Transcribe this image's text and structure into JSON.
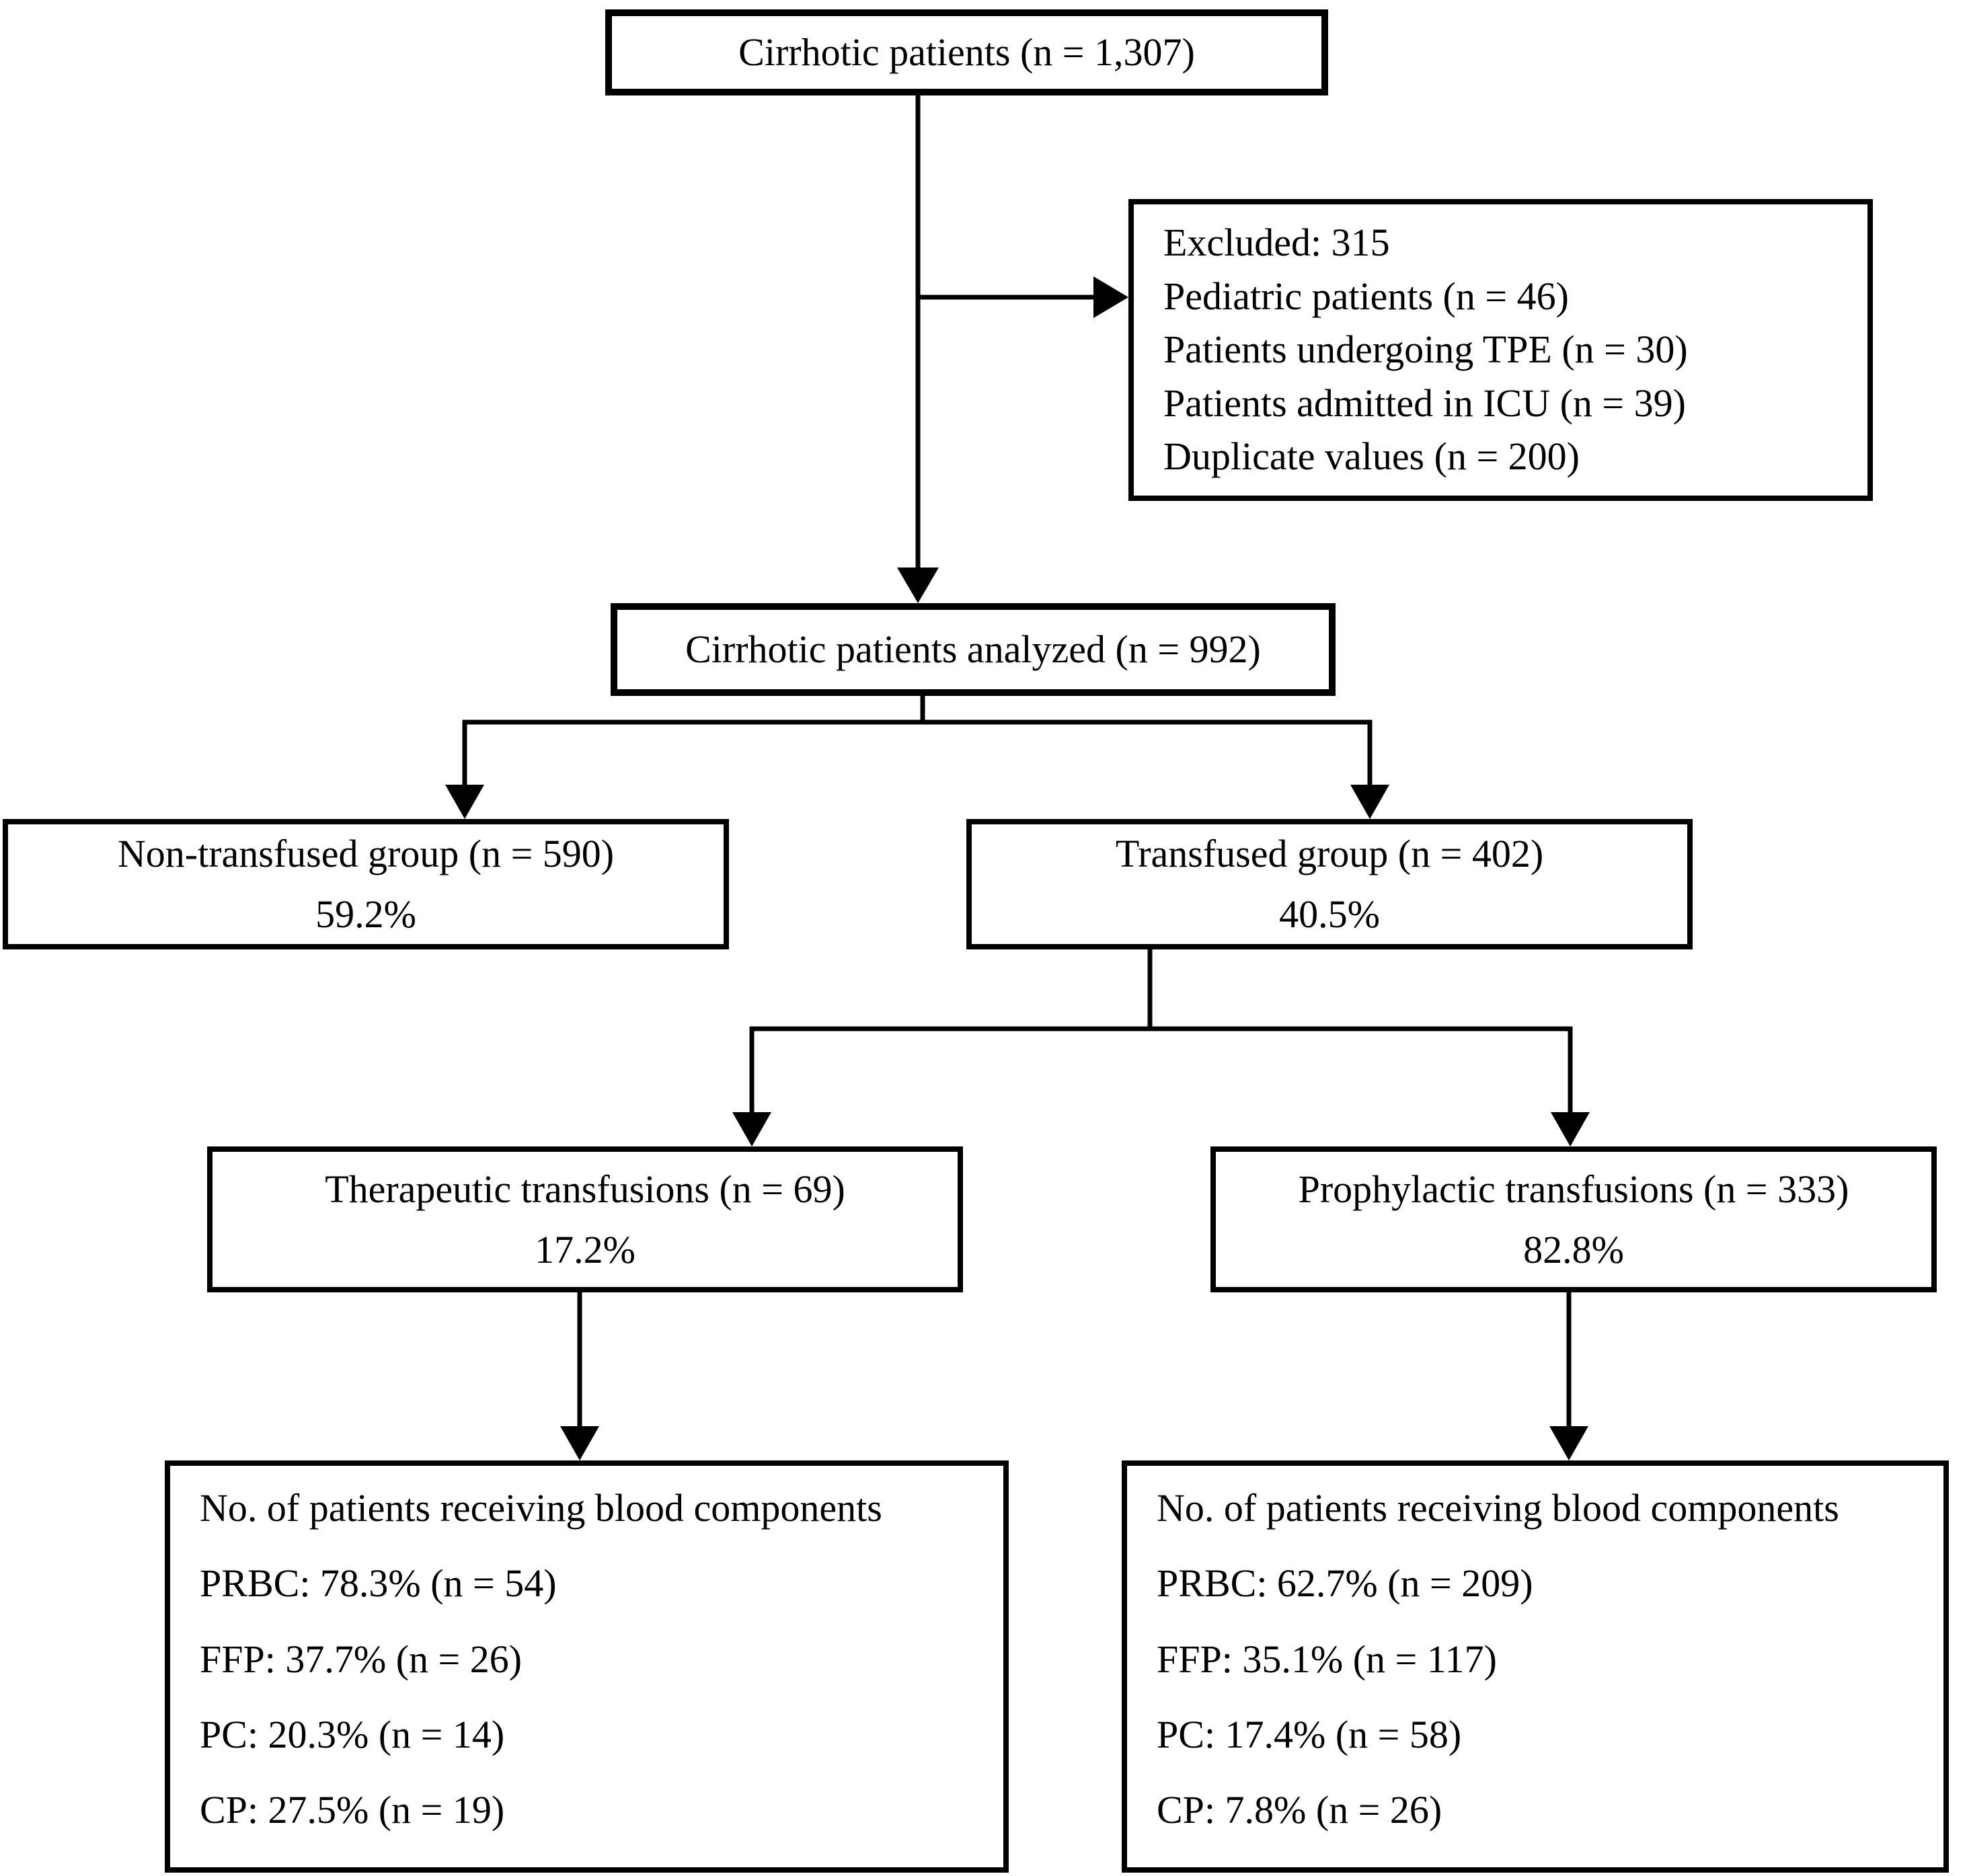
{
  "diagram": {
    "top_box": {
      "title": "Cirrhotic patients (n = 1,307)"
    },
    "excluded_box": {
      "lines": [
        "Excluded: 315",
        "Pediatric patients (n = 46)",
        "Patients undergoing TPE (n = 30)",
        "Patients admitted in ICU (n = 39)",
        "Duplicate values (n = 200)"
      ]
    },
    "analyzed_box": {
      "title": "Cirrhotic patients analyzed (n = 992)"
    },
    "non_transfused_box": {
      "title": "Non-transfused group (n = 590)",
      "percent": "59.2%"
    },
    "transfused_box": {
      "title": "Transfused group (n = 402)",
      "percent": "40.5%"
    },
    "therapeutic_box": {
      "title": "Therapeutic transfusions (n = 69)",
      "percent": "17.2%"
    },
    "prophylactic_box": {
      "title": "Prophylactic transfusions (n = 333)",
      "percent": "82.8%"
    },
    "therapeutic_components_box": {
      "title": "No. of patients receiving blood components",
      "lines": [
        "PRBC: 78.3% (n = 54)",
        "FFP: 37.7% (n = 26)",
        "PC: 20.3% (n = 14)",
        "CP: 27.5% (n = 19)"
      ]
    },
    "prophylactic_components_box": {
      "title": "No. of patients receiving blood components",
      "lines": [
        "PRBC: 62.7% (n = 209)",
        "FFP: 35.1% (n = 117)",
        "PC: 17.4% (n = 58)",
        "CP: 7.8% (n = 26)"
      ]
    }
  },
  "colors": {
    "line": "#000000",
    "box_border": "#000000",
    "background": "#ffffff"
  }
}
